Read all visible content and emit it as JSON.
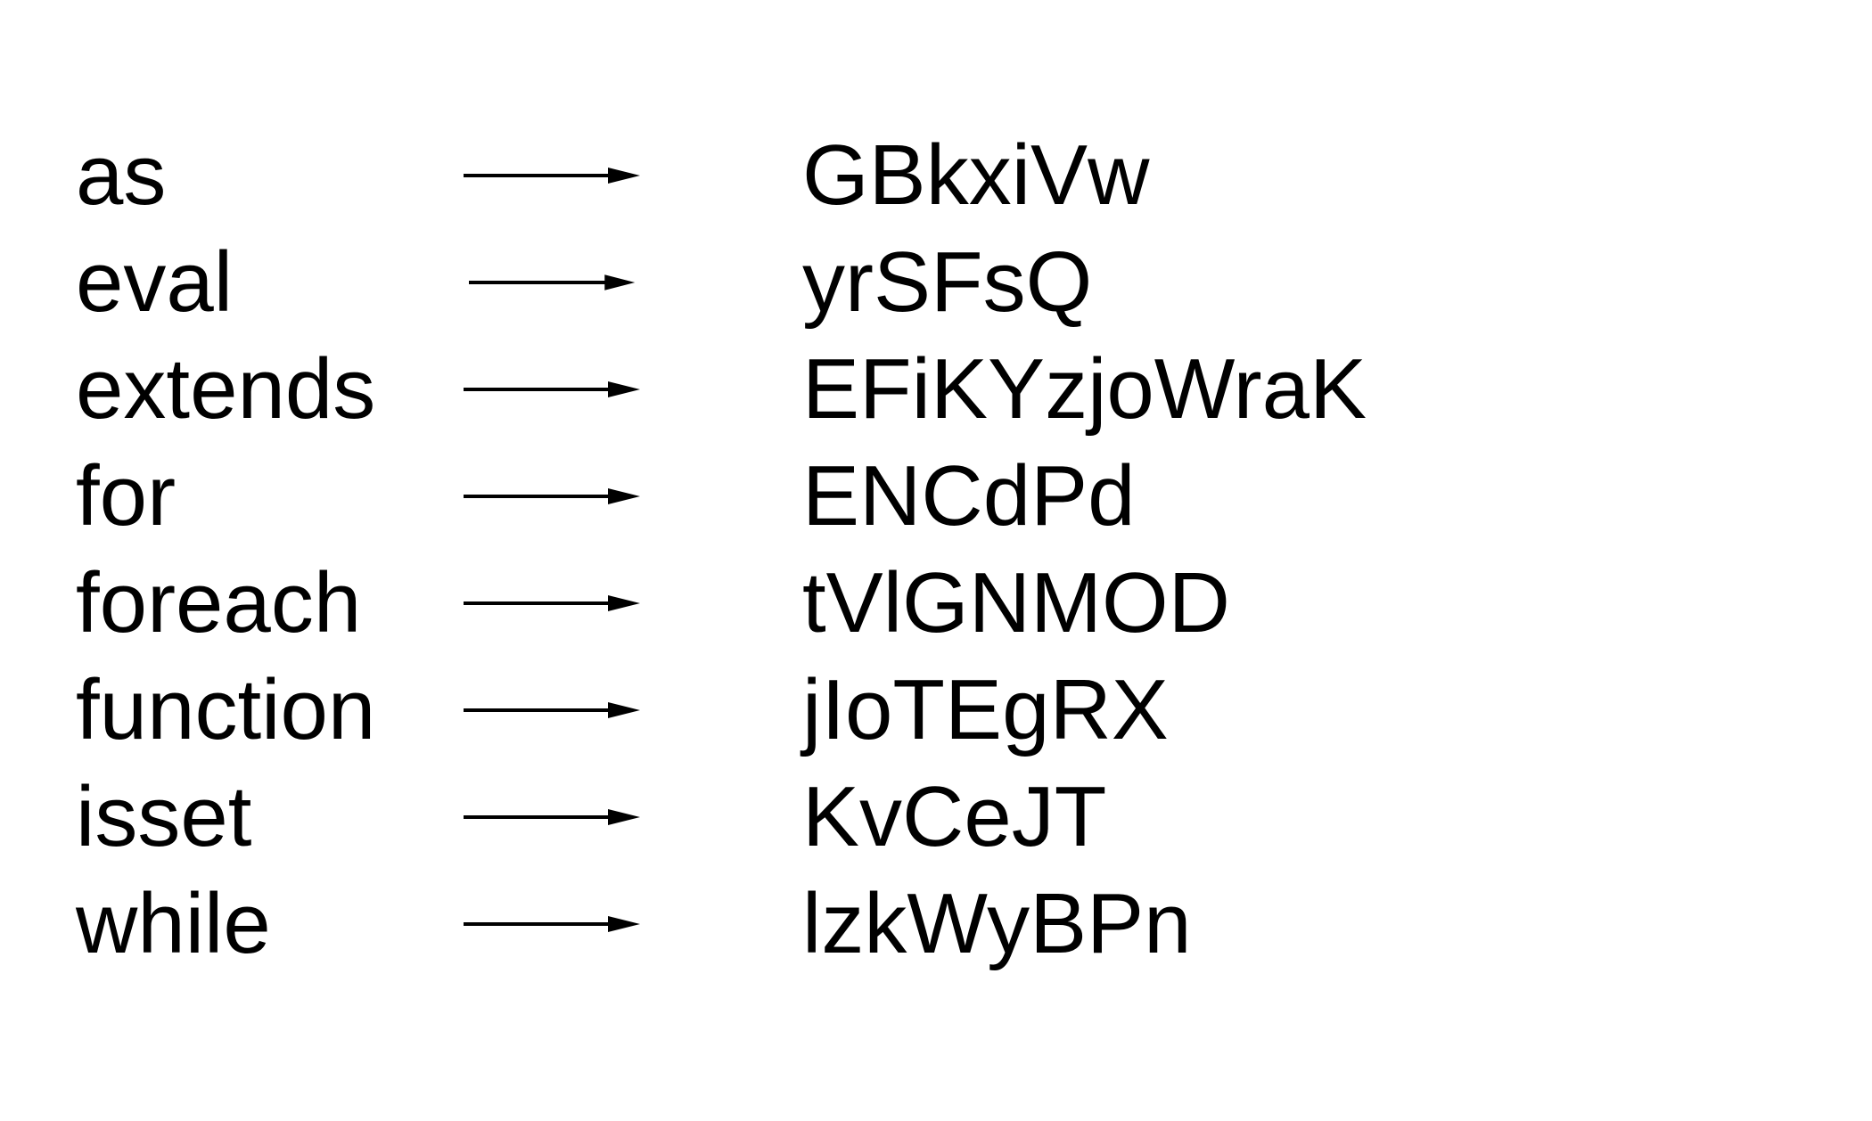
{
  "mappings": [
    {
      "keyword": "as",
      "replacement": "GBkxiVw"
    },
    {
      "keyword": "eval",
      "replacement": "yrSFsQ"
    },
    {
      "keyword": "extends",
      "replacement": "EFiKYzjoWraK"
    },
    {
      "keyword": "for",
      "replacement": "ENCdPd"
    },
    {
      "keyword": "foreach",
      "replacement": "tVlGNMOD"
    },
    {
      "keyword": "function",
      "replacement": "jIoTEgRX"
    },
    {
      "keyword": "isset",
      "replacement": "KvCeJT"
    },
    {
      "keyword": "while",
      "replacement": "lzkWyBPn"
    }
  ],
  "colors": {
    "text": "#000000",
    "arrow": "#000000",
    "background": "#ffffff"
  },
  "icons": {
    "arrow": "right-arrow-icon"
  }
}
